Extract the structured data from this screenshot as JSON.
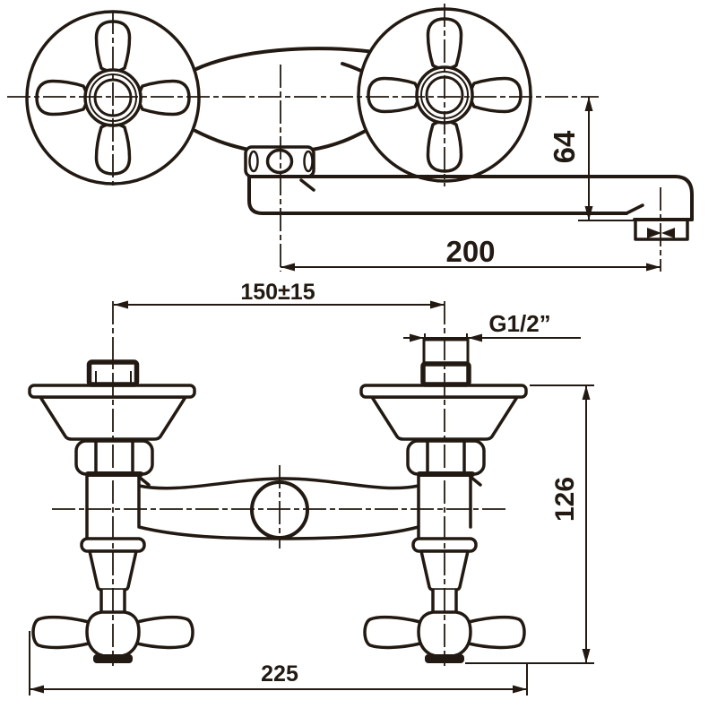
{
  "colors": {
    "ink": "#221a12",
    "background": "#ffffff"
  },
  "dimensions": {
    "spout_height": "64",
    "spout_reach": "200",
    "mounting_centers": "150±15",
    "thread_size": "G1/2”",
    "body_depth": "126",
    "overall_width": "225"
  }
}
